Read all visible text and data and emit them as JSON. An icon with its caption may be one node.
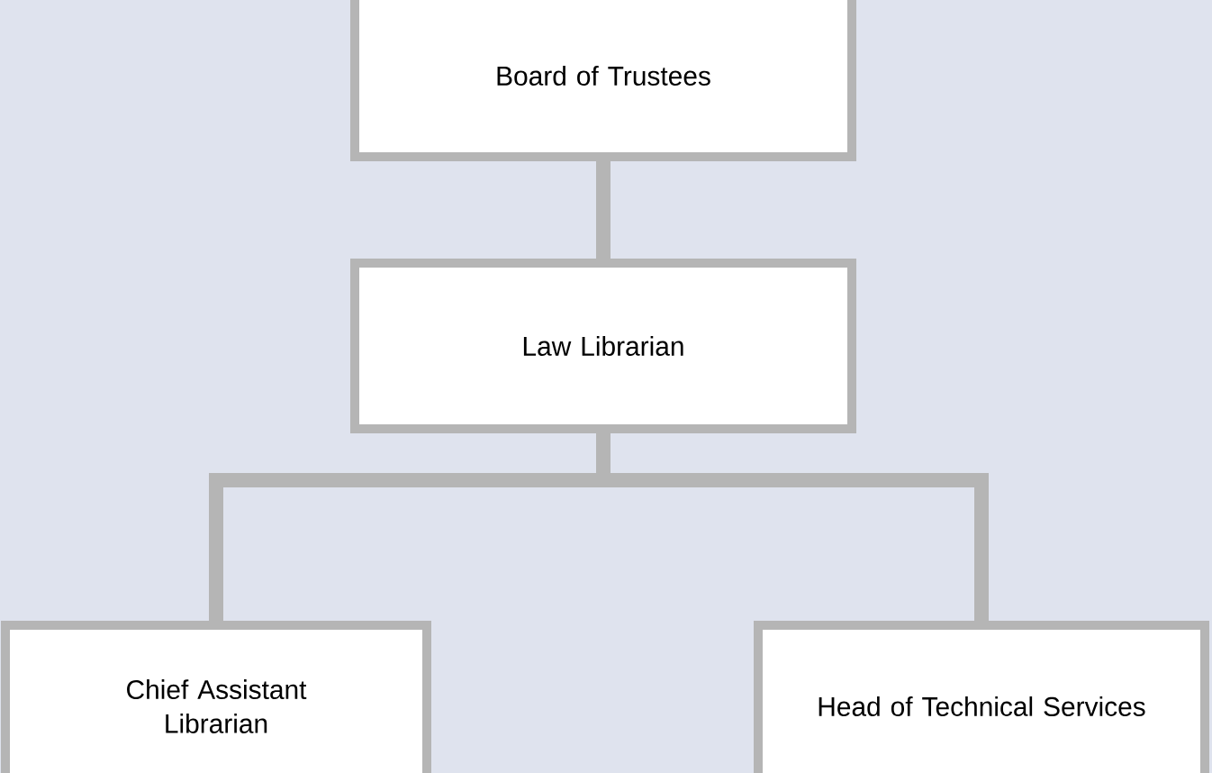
{
  "diagram": {
    "nodes": [
      {
        "text": [
          "Board of Trustees"
        ]
      },
      {
        "text": [
          "Law Librarian"
        ]
      },
      {
        "text": [
          "Chief Assistant Librarian"
        ]
      },
      {
        "text": [
          "Head of Technical Services"
        ]
      }
    ],
    "edges": [
      {
        "from": 0,
        "to": 1,
        "arrow": "none"
      },
      {
        "from": 1,
        "to": 2,
        "arrow": "none"
      },
      {
        "from": 1,
        "to": 3,
        "arrow": "none"
      }
    ]
  }
}
